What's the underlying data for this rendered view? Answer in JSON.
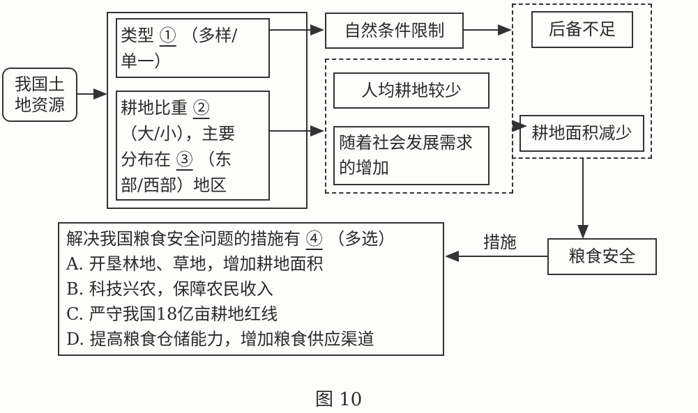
{
  "diagram": {
    "source_node": {
      "line1": "我国土",
      "line2": "地资源"
    },
    "type_box": {
      "prefix": "类型",
      "blank": "①",
      "suffix": "（多样/",
      "line2": "单一）"
    },
    "farmland_box": {
      "line1_prefix": "耕地比重",
      "line1_blank": "②",
      "line2": "（大/小），主要",
      "line3_prefix": "分布在",
      "line3_blank": "③",
      "line3_suffix": "（东",
      "line4": "部/西部）地区"
    },
    "natural_limit": "自然条件限制",
    "per_capita": "人均耕地较少",
    "demand": {
      "line1": "随着社会发展需求",
      "line2": "的增加"
    },
    "reserve": "后备不足",
    "area_decrease": "耕地面积减少",
    "food_security": "粮食安全",
    "measure_label": "措施",
    "measures": {
      "question_prefix": "解决我国粮食安全问题的措施有",
      "question_blank": "④",
      "question_suffix": "（多选）",
      "options": [
        "A. 开垦林地、草地，增加耕地面积",
        "B. 科技兴农，保障农民收入",
        "C. 严守我国18亿亩耕地红线",
        "D. 提高粮食仓储能力，增加粮食供应渠道"
      ]
    },
    "caption": "图 10"
  }
}
